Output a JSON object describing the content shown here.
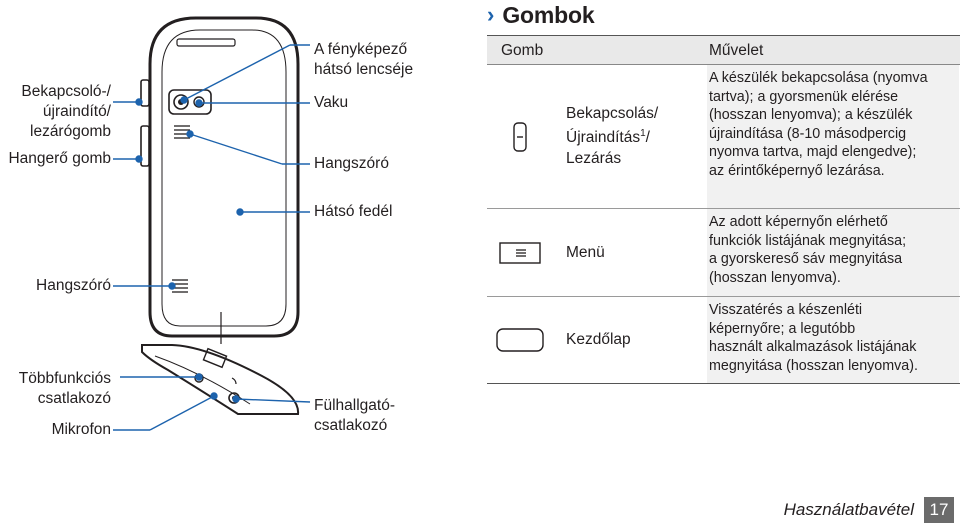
{
  "section": {
    "chevron": "›",
    "title": "Gombok"
  },
  "diagram": {
    "labels": {
      "power_key": [
        "Bekapcsoló-/",
        "újraindító/",
        "lezárógomb"
      ],
      "volume_key": "Hangerő gomb",
      "speaker_left": "Hangszóró",
      "multifunction_jack": [
        "Többfunkciós",
        "csatlakozó"
      ],
      "microphone": "Mikrofon",
      "rear_camera": [
        "A fényképező",
        "hátsó lencséje"
      ],
      "flash": "Vaku",
      "speaker_right": "Hangszóró",
      "back_cover": "Hátsó fedél",
      "headset_jack": [
        "Fülhallgató-",
        "csatlakozó"
      ]
    }
  },
  "table": {
    "headers": {
      "button": "Gomb",
      "action": "Művelet"
    },
    "rows": [
      {
        "icon": "power-key-icon",
        "name_lines": [
          "Bekapcsolás/",
          "Újraindítás",
          "/",
          "Lezárás"
        ],
        "superscript": "1",
        "action_lines": [
          "A készülék bekapcsolása (nyomva",
          "tartva); a gyorsmenük elérése",
          "(hosszan lenyomva); a készülék",
          "újraindítása (8-10 másodpercig",
          "nyomva tartva, majd elengedve);",
          "az érintőképernyő lezárása."
        ]
      },
      {
        "icon": "menu-key-icon",
        "name_lines": [
          "Menü"
        ],
        "action_lines": [
          "Az adott képernyőn elérhető",
          "funkciók listájának megnyitása;",
          "a gyorskereső sáv megnyitása",
          "(hosszan lenyomva)."
        ]
      },
      {
        "icon": "home-key-icon",
        "name_lines": [
          "Kezdőlap"
        ],
        "action_lines": [
          "Visszatérés a készenléti",
          "képernyőre; a legutóbb",
          "használt alkalmazások listájának",
          "megnyitása (hosszan lenyomva)."
        ]
      }
    ]
  },
  "footer": {
    "chapter": "Használatbavétel",
    "page": "17"
  },
  "colors": {
    "accent": "#1d63ad",
    "header_bg": "#e9e9e9",
    "action_bg": "#f1f1f1",
    "page_badge": "#6b6b6b"
  }
}
